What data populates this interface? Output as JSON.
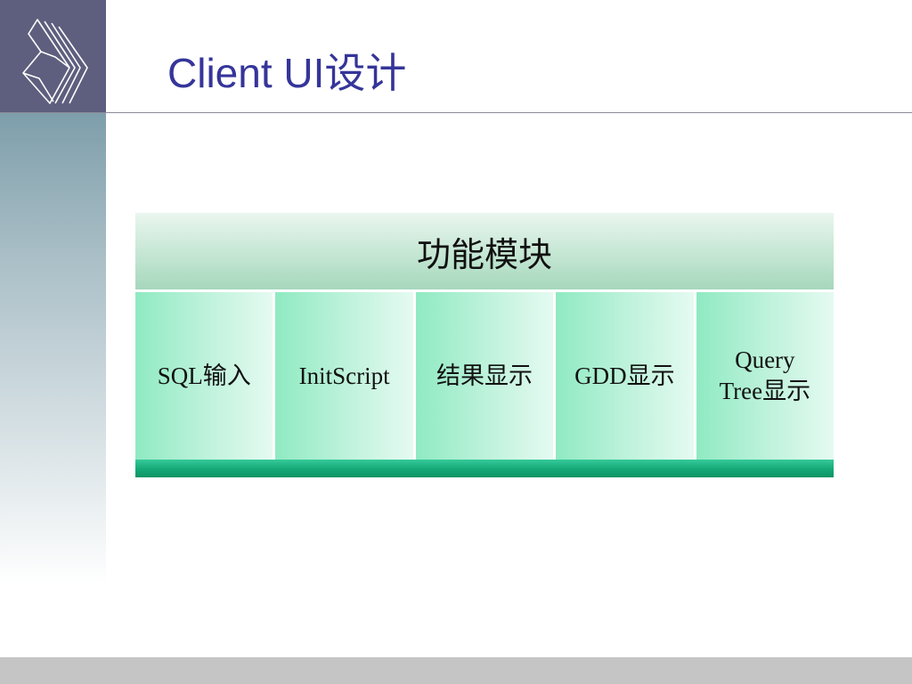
{
  "slide": {
    "title": "Client UI设计",
    "logo": "chevron-logo"
  },
  "diagram": {
    "header": "功能模块",
    "modules": [
      {
        "label": "SQL输入"
      },
      {
        "label": "InitScript"
      },
      {
        "label": "结果显示"
      },
      {
        "label": "GDD显示"
      },
      {
        "line1": "Query",
        "line2": "Tree显示"
      }
    ]
  },
  "colors": {
    "title": "#35359a",
    "logo_box": "#5e5e7e",
    "cell_green": "#8feac2",
    "base_green": "#14a877"
  }
}
